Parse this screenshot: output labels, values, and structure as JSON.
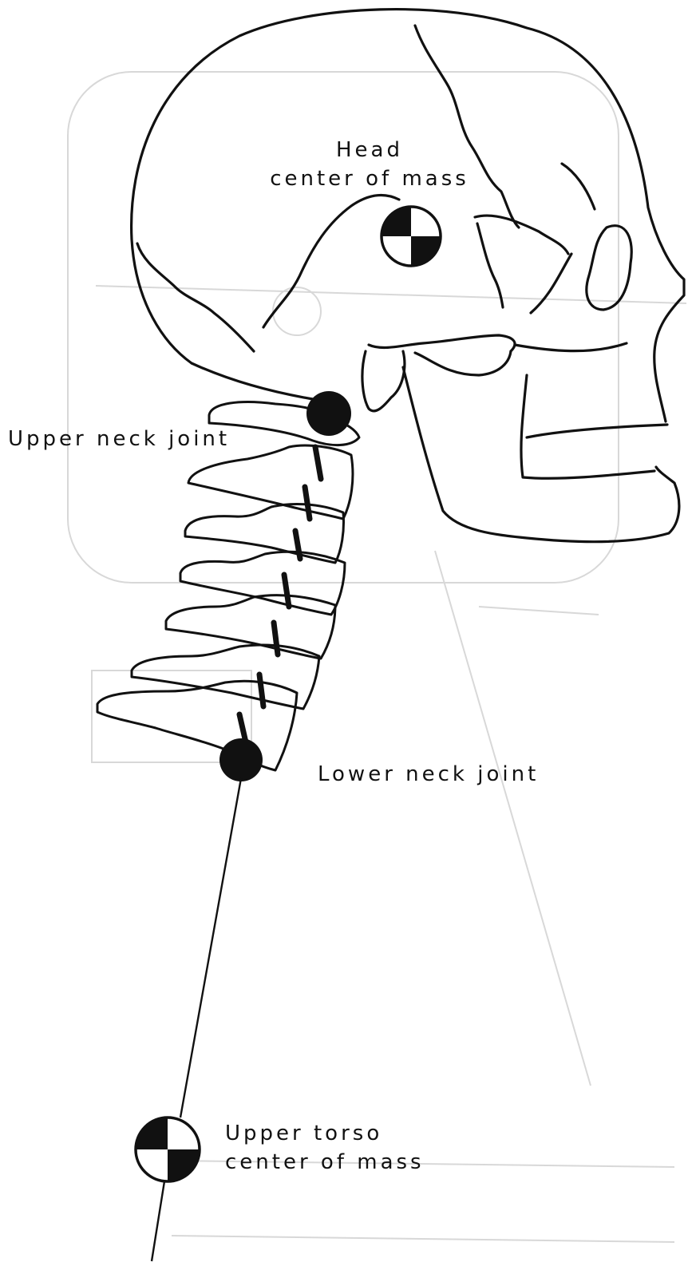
{
  "labels": {
    "head_line1": "Head",
    "head_line2": "center of mass",
    "upper_neck": "Upper neck joint",
    "lower_neck": "Lower neck joint",
    "torso_line1": "Upper torso",
    "torso_line2": "center of mass"
  },
  "colors": {
    "ink": "#111111",
    "paper": "#ffffff",
    "faint_background": "#d8d8d8"
  }
}
